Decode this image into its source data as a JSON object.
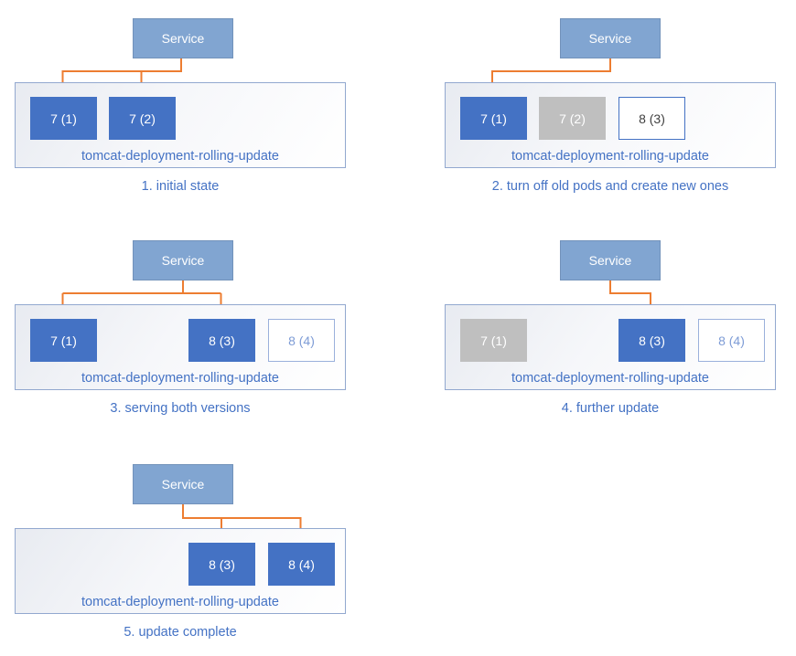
{
  "colors": {
    "arrow_orange": "#ED7D31",
    "pod_active_blue": "#4472C4",
    "pod_terminated_gray": "#BFBFBF",
    "service_blue": "#81A5D1",
    "label_blue": "#4472C4"
  },
  "panels": [
    {
      "caption": "1. initial state",
      "service_label": "Service",
      "container_label": "tomcat-deployment-rolling-update",
      "pods": [
        {
          "label": "7 (1)",
          "state": "active"
        },
        {
          "label": "7 (2)",
          "state": "active"
        }
      ]
    },
    {
      "caption": "2. turn off old pods and create new ones",
      "service_label": "Service",
      "container_label": "tomcat-deployment-rolling-update",
      "pods": [
        {
          "label": "7 (1)",
          "state": "active"
        },
        {
          "label": "7 (2)",
          "state": "terminated"
        },
        {
          "label": "8 (3)",
          "state": "new"
        }
      ]
    },
    {
      "caption": "3. serving both versions",
      "service_label": "Service",
      "container_label": "tomcat-deployment-rolling-update",
      "pods": [
        {
          "label": "7 (1)",
          "state": "active"
        },
        {
          "label": "8 (3)",
          "state": "active"
        },
        {
          "label": "8 (4)",
          "state": "new-light"
        }
      ]
    },
    {
      "caption": "4. further update",
      "service_label": "Service",
      "container_label": "tomcat-deployment-rolling-update",
      "pods": [
        {
          "label": "7 (1)",
          "state": "terminated"
        },
        {
          "label": "8 (3)",
          "state": "active"
        },
        {
          "label": "8 (4)",
          "state": "new-light"
        }
      ]
    },
    {
      "caption": "5. update complete",
      "service_label": "Service",
      "container_label": "tomcat-deployment-rolling-update",
      "pods": [
        {
          "label": "8 (3)",
          "state": "active"
        },
        {
          "label": "8 (4)",
          "state": "active"
        }
      ]
    }
  ]
}
